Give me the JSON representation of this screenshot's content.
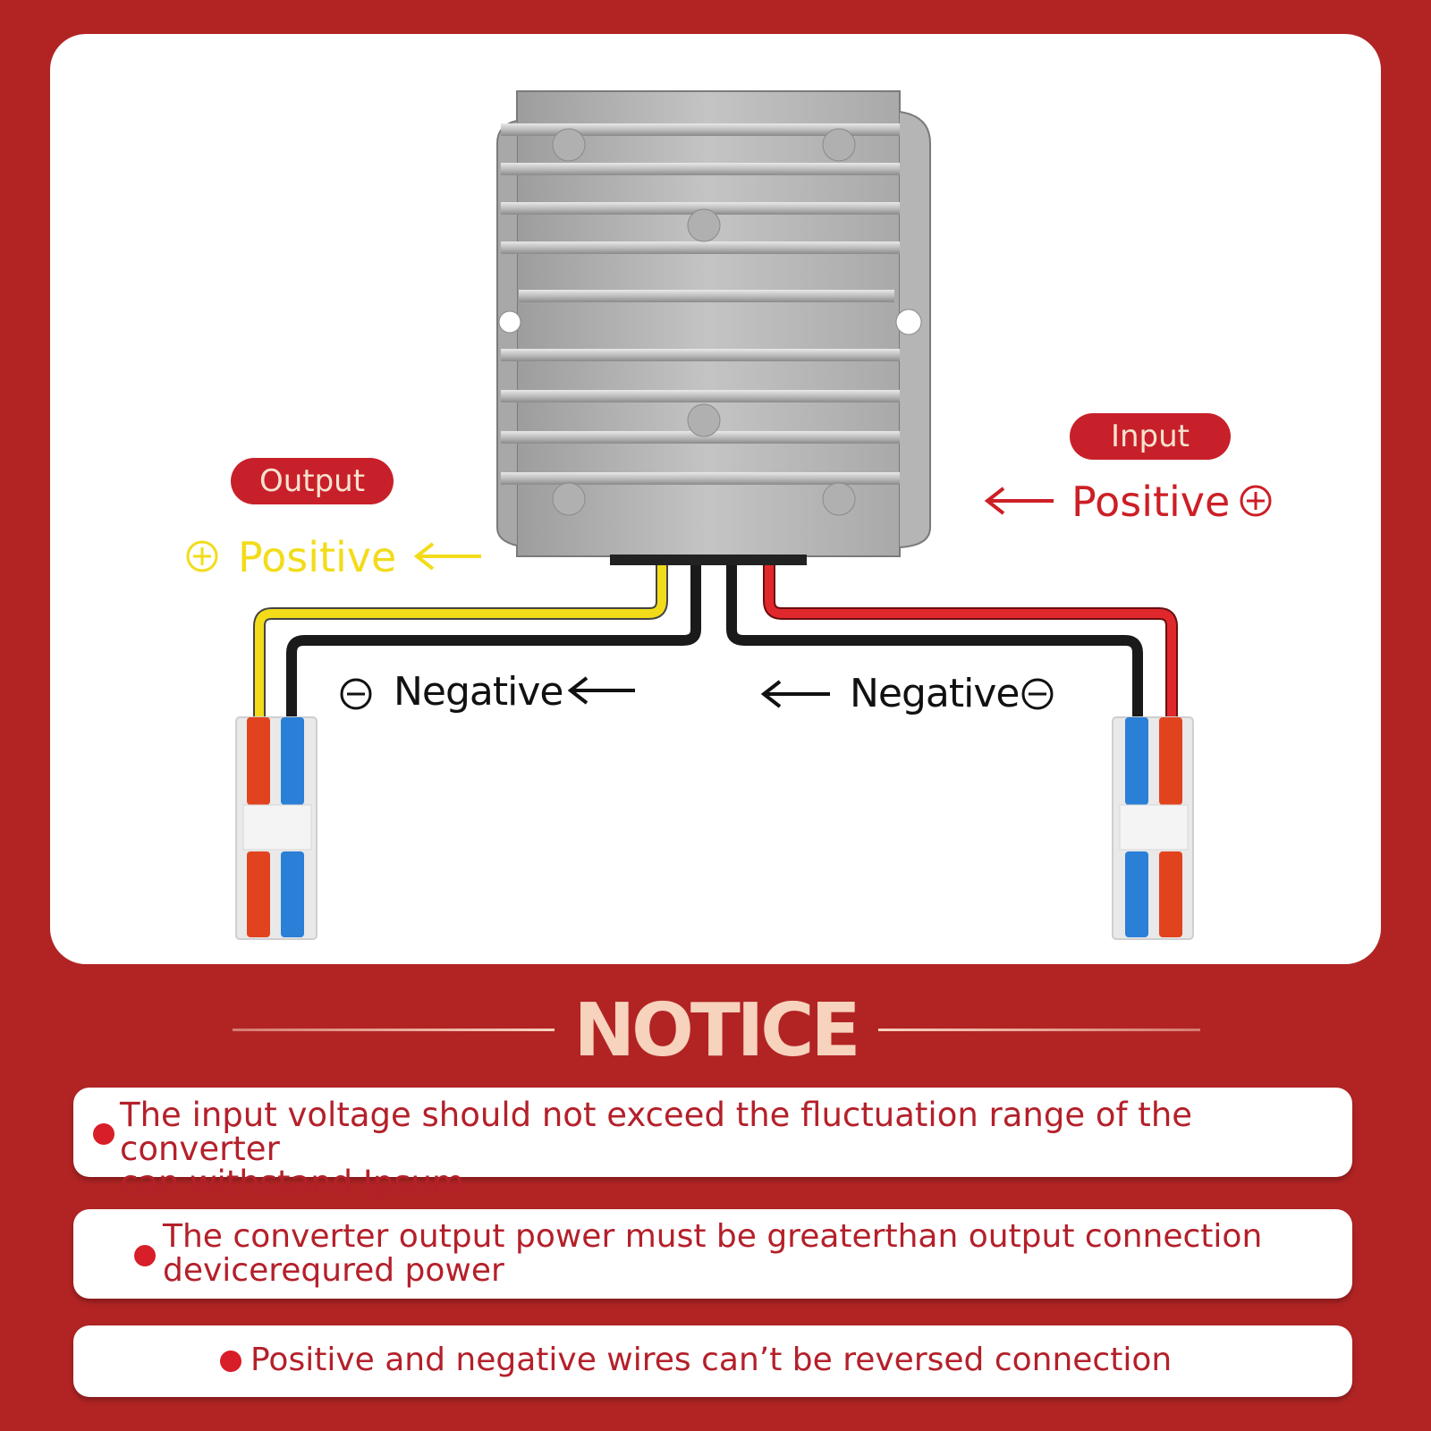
{
  "labels": {
    "output": "Output",
    "input": "Input",
    "output_positive": "Positive",
    "input_positive": "Positive",
    "output_negative": "Negative",
    "input_negative": "Negative"
  },
  "notice": {
    "title": "NOTICE",
    "items": [
      {
        "text_line1": "The input voltage should not exceed the fluctuation range of the converter",
        "text_line2": "can withstand Ipsum"
      },
      {
        "text_line1": "The converter output power must be greaterthan output connection",
        "text_line2": "devicerequred power"
      },
      {
        "text_line1": "Positive and negative wires can’t be reversed connection"
      }
    ]
  },
  "colors": {
    "background": "#b22424",
    "yellow_wire": "#f2dc1a",
    "red_wire": "#e0282c",
    "black_wire": "#1a1a1a",
    "output_label": "#f2dc1a",
    "input_label": "#cc1f26",
    "negative_label": "#111111"
  }
}
